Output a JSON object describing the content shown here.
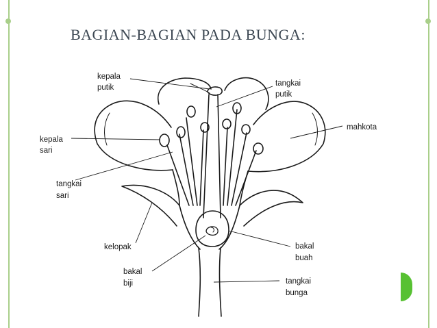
{
  "slide": {
    "title": "BAGIAN-BAGIAN PADA BUNGA:",
    "accent_color": "#a9cf8a",
    "bullet_color": "#57c132"
  },
  "diagram": {
    "labels": {
      "kepala_putik": [
        "kepala",
        "putik"
      ],
      "tangkai_putik": [
        "tangkai",
        "putik"
      ],
      "mahkota": [
        "mahkota"
      ],
      "kepala_sari": [
        "kepala",
        "sari"
      ],
      "tangkai_sari": [
        "tangkai",
        "sari"
      ],
      "kelopak": [
        "kelopak"
      ],
      "bakal_buah": [
        "bakal",
        "buah"
      ],
      "bakal_biji": [
        "bakal",
        "biji"
      ],
      "tangkai_bunga": [
        "tangkai",
        "bunga"
      ]
    }
  }
}
